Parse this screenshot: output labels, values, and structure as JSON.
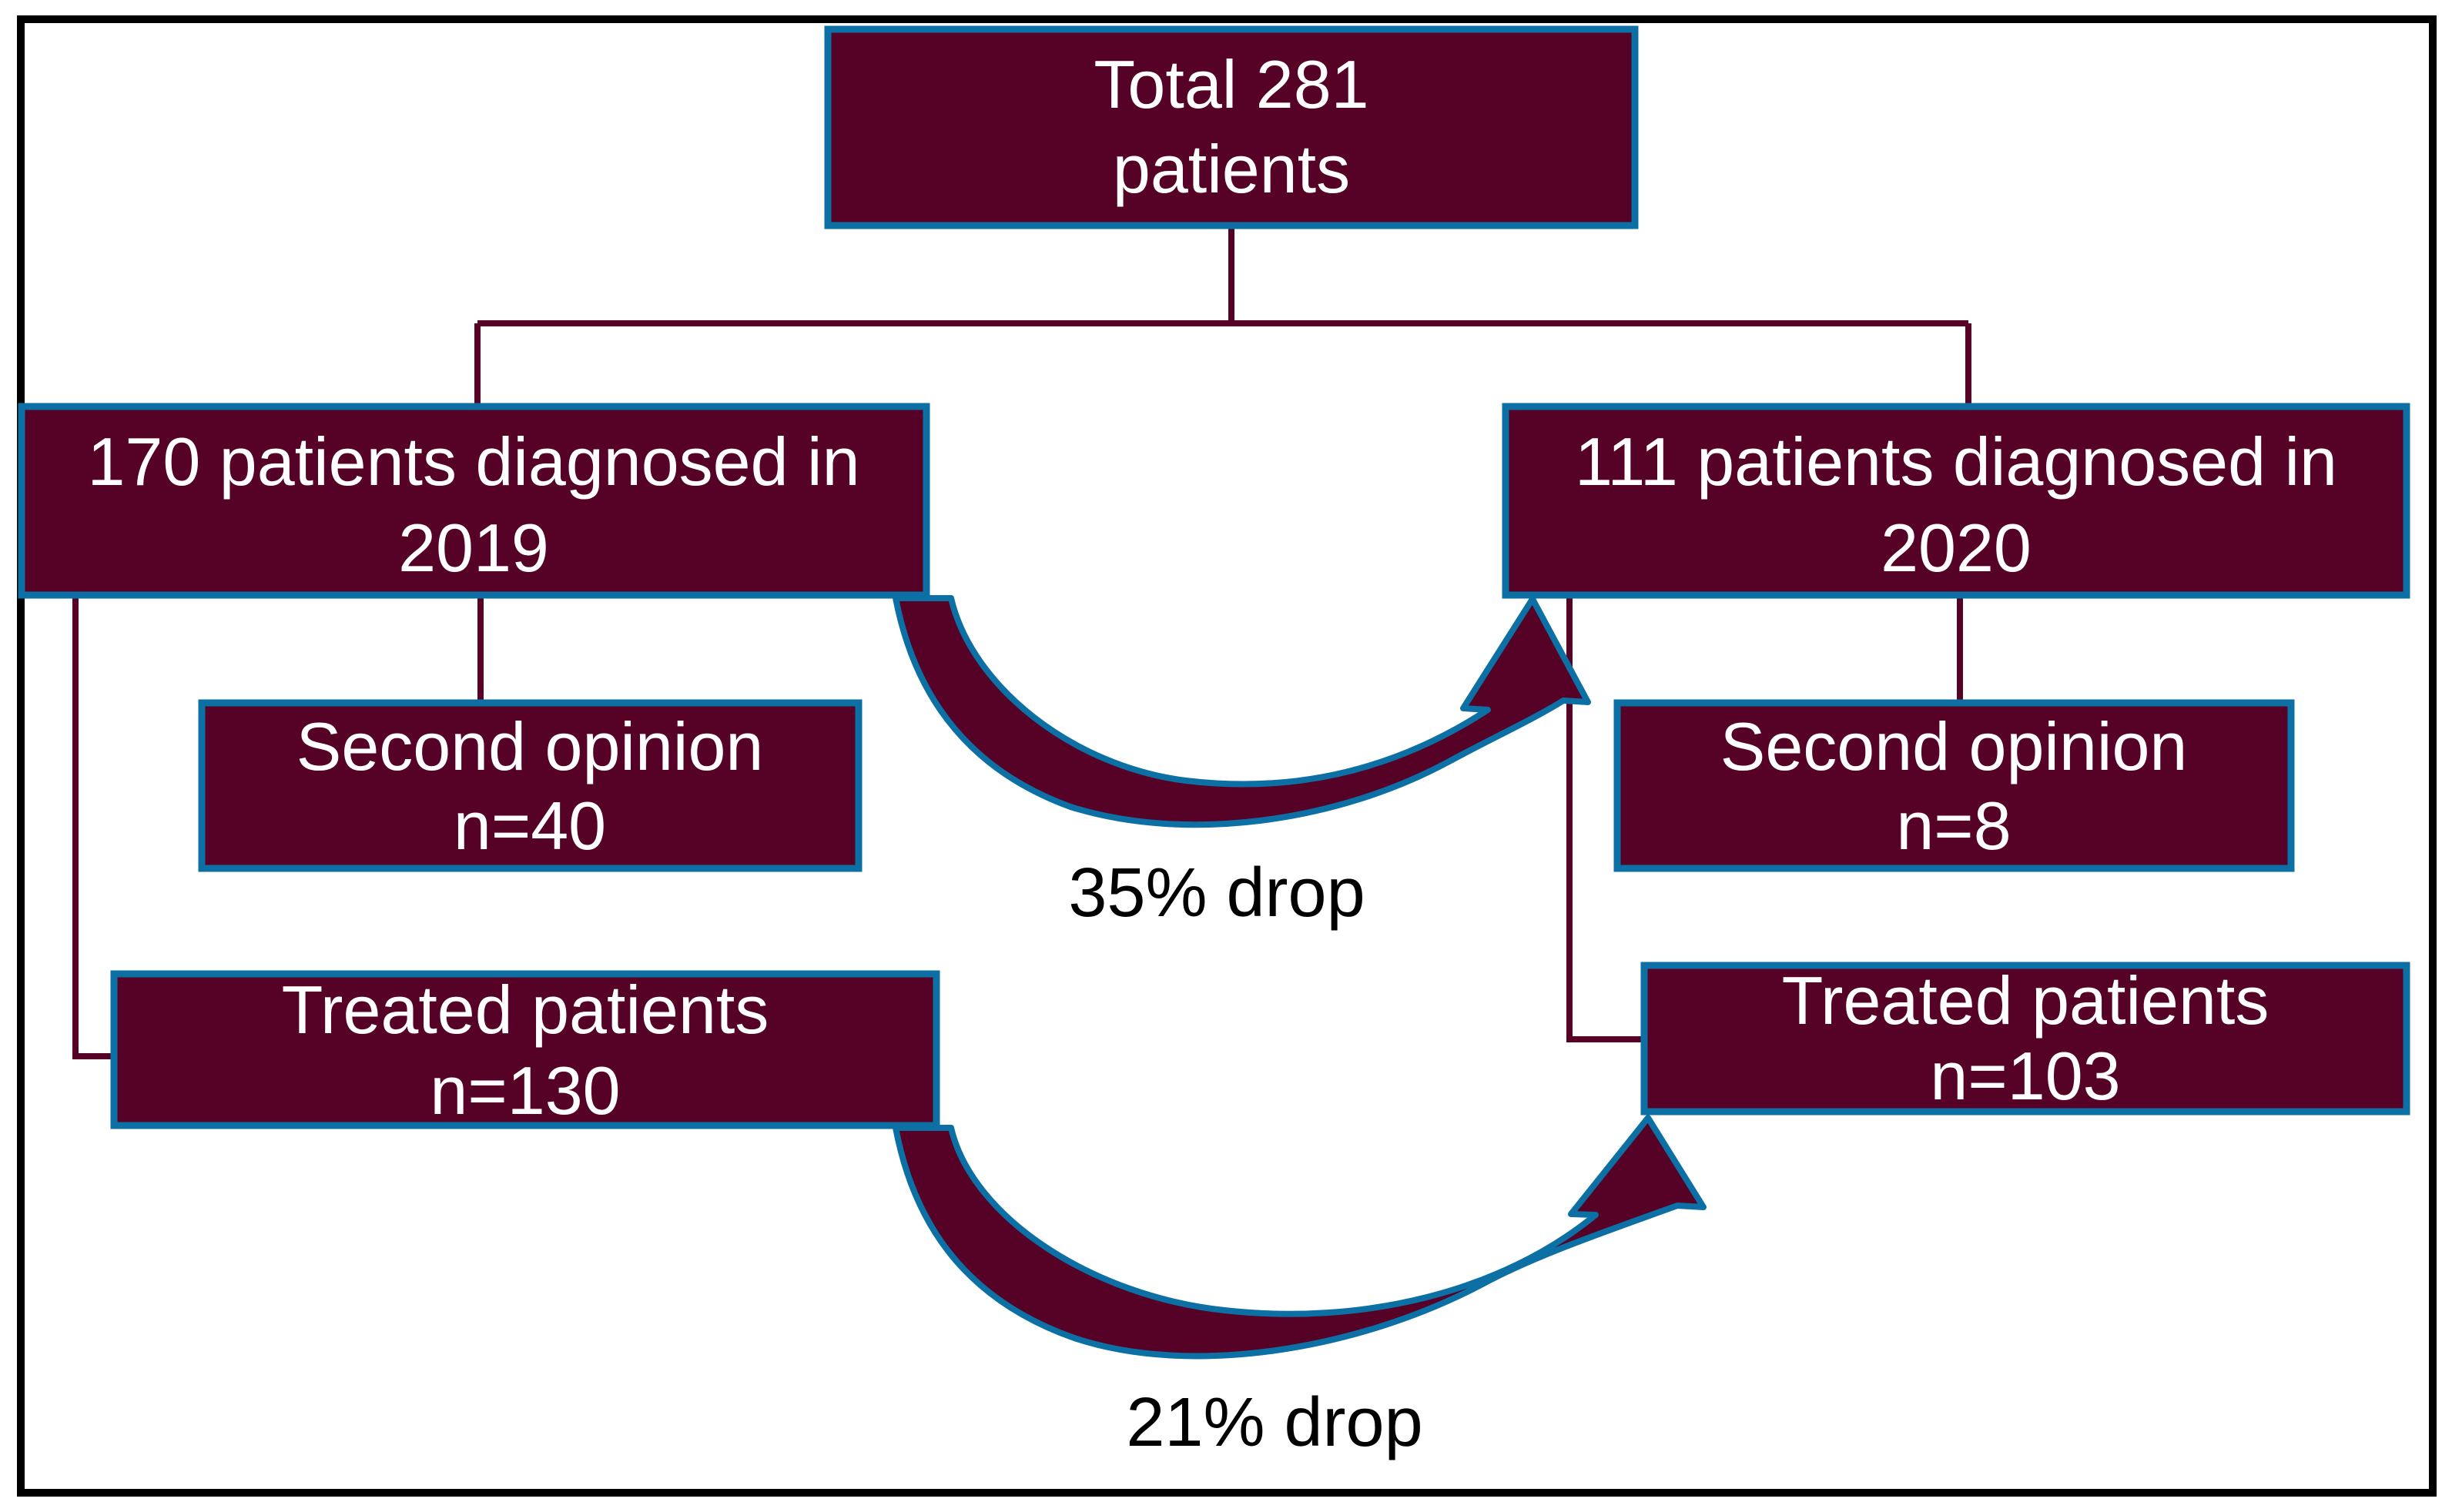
{
  "nodes": {
    "total": {
      "line1": "Total 281",
      "line2": "patients"
    },
    "y2019": {
      "line1": "170 patients diagnosed in",
      "line2": "2019"
    },
    "y2020": {
      "line1": "111 patients diagnosed in",
      "line2": "2020"
    },
    "so2019": {
      "line1": "Second opinion",
      "line2": "n=40"
    },
    "so2020": {
      "line1": "Second opinion",
      "line2": "n=8"
    },
    "tr2019": {
      "line1": "Treated patients",
      "line2": "n=130"
    },
    "tr2020": {
      "line1": "Treated patients",
      "line2": "n=103"
    }
  },
  "edges": [
    {
      "from": "total",
      "to": "y2019"
    },
    {
      "from": "total",
      "to": "y2020"
    },
    {
      "from": "y2019",
      "to": "so2019"
    },
    {
      "from": "y2019",
      "to": "tr2019"
    },
    {
      "from": "y2020",
      "to": "so2020"
    },
    {
      "from": "y2020",
      "to": "tr2020"
    }
  ],
  "arrows": [
    {
      "from": "y2019",
      "to": "y2020",
      "label": "35% drop"
    },
    {
      "from": "tr2019",
      "to": "tr2020",
      "label": "21% drop"
    }
  ],
  "colors": {
    "box_fill": "#560227",
    "box_border": "#0C70A4",
    "box_text": "#FFFFFF",
    "connector": "#560227",
    "arrow_fill": "#560227",
    "arrow_border": "#0C70A4",
    "label_text": "#000000",
    "frame": "#000000",
    "background": "#FFFFFF"
  }
}
